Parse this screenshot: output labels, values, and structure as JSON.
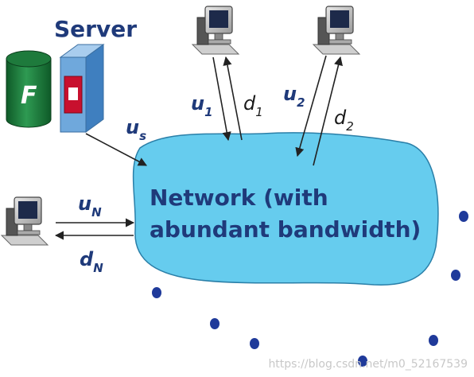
{
  "server_label": "Server",
  "file_letter": "F",
  "uplink_server": {
    "base": "u",
    "sub": "s"
  },
  "peer1": {
    "up": {
      "base": "u",
      "sub": "1"
    },
    "down": {
      "base": "d",
      "sub": "1"
    }
  },
  "peer2": {
    "up": {
      "base": "u",
      "sub": "2"
    },
    "down": {
      "base": "d",
      "sub": "2"
    }
  },
  "peerN": {
    "up": {
      "base": "u",
      "sub": "N"
    },
    "down": {
      "base": "d",
      "sub": "N"
    }
  },
  "network": {
    "line1": "Network (with",
    "line2": "abundant bandwidth)"
  },
  "watermark": "https://blog.csdn.net/m0_52167539",
  "colors": {
    "cloud": "#66ccee",
    "label": "#1f3a7a",
    "file_cylinder": "#1e7a3c",
    "server_box": "#6fa8dc",
    "dot": "#1f3a9a"
  }
}
